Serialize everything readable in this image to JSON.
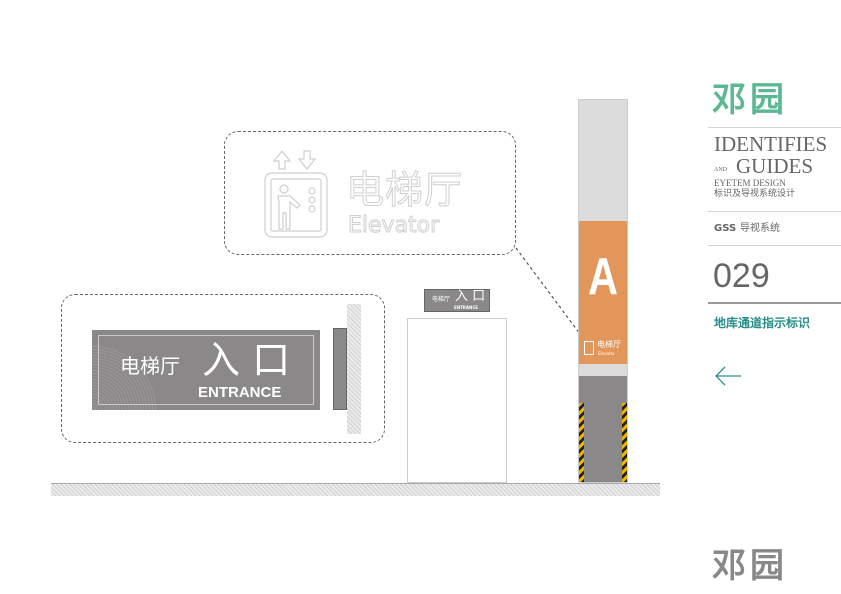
{
  "brand": {
    "logo": "邓园",
    "color": "#5bb891"
  },
  "panel": {
    "title_line1": "IDENTIFIES",
    "title_and": "AND",
    "title_line2": "GUIDES",
    "subtitle_en": "EYETEM DESIGN",
    "subtitle_cn": "标识及导视系统设计",
    "system_code": "GSS",
    "system_name": "导视系统",
    "page_number": "029",
    "section_title": "地库通道指示标识",
    "back_icon": "arrow-left-icon"
  },
  "callout_elevator": {
    "cn": "电梯厅",
    "en": "Elevator",
    "icon": "elevator-icon"
  },
  "entrance_sign": {
    "cn_small": "电梯厅",
    "cn_large": "入 口",
    "en": "ENTRANCE",
    "color": "#8a8888"
  },
  "pillar": {
    "letter": "A",
    "label_cn": "电梯厅",
    "label_en": "Elevator",
    "orange": "#e3965a",
    "gray": "#8a8888",
    "light": "#dcdcdd"
  }
}
